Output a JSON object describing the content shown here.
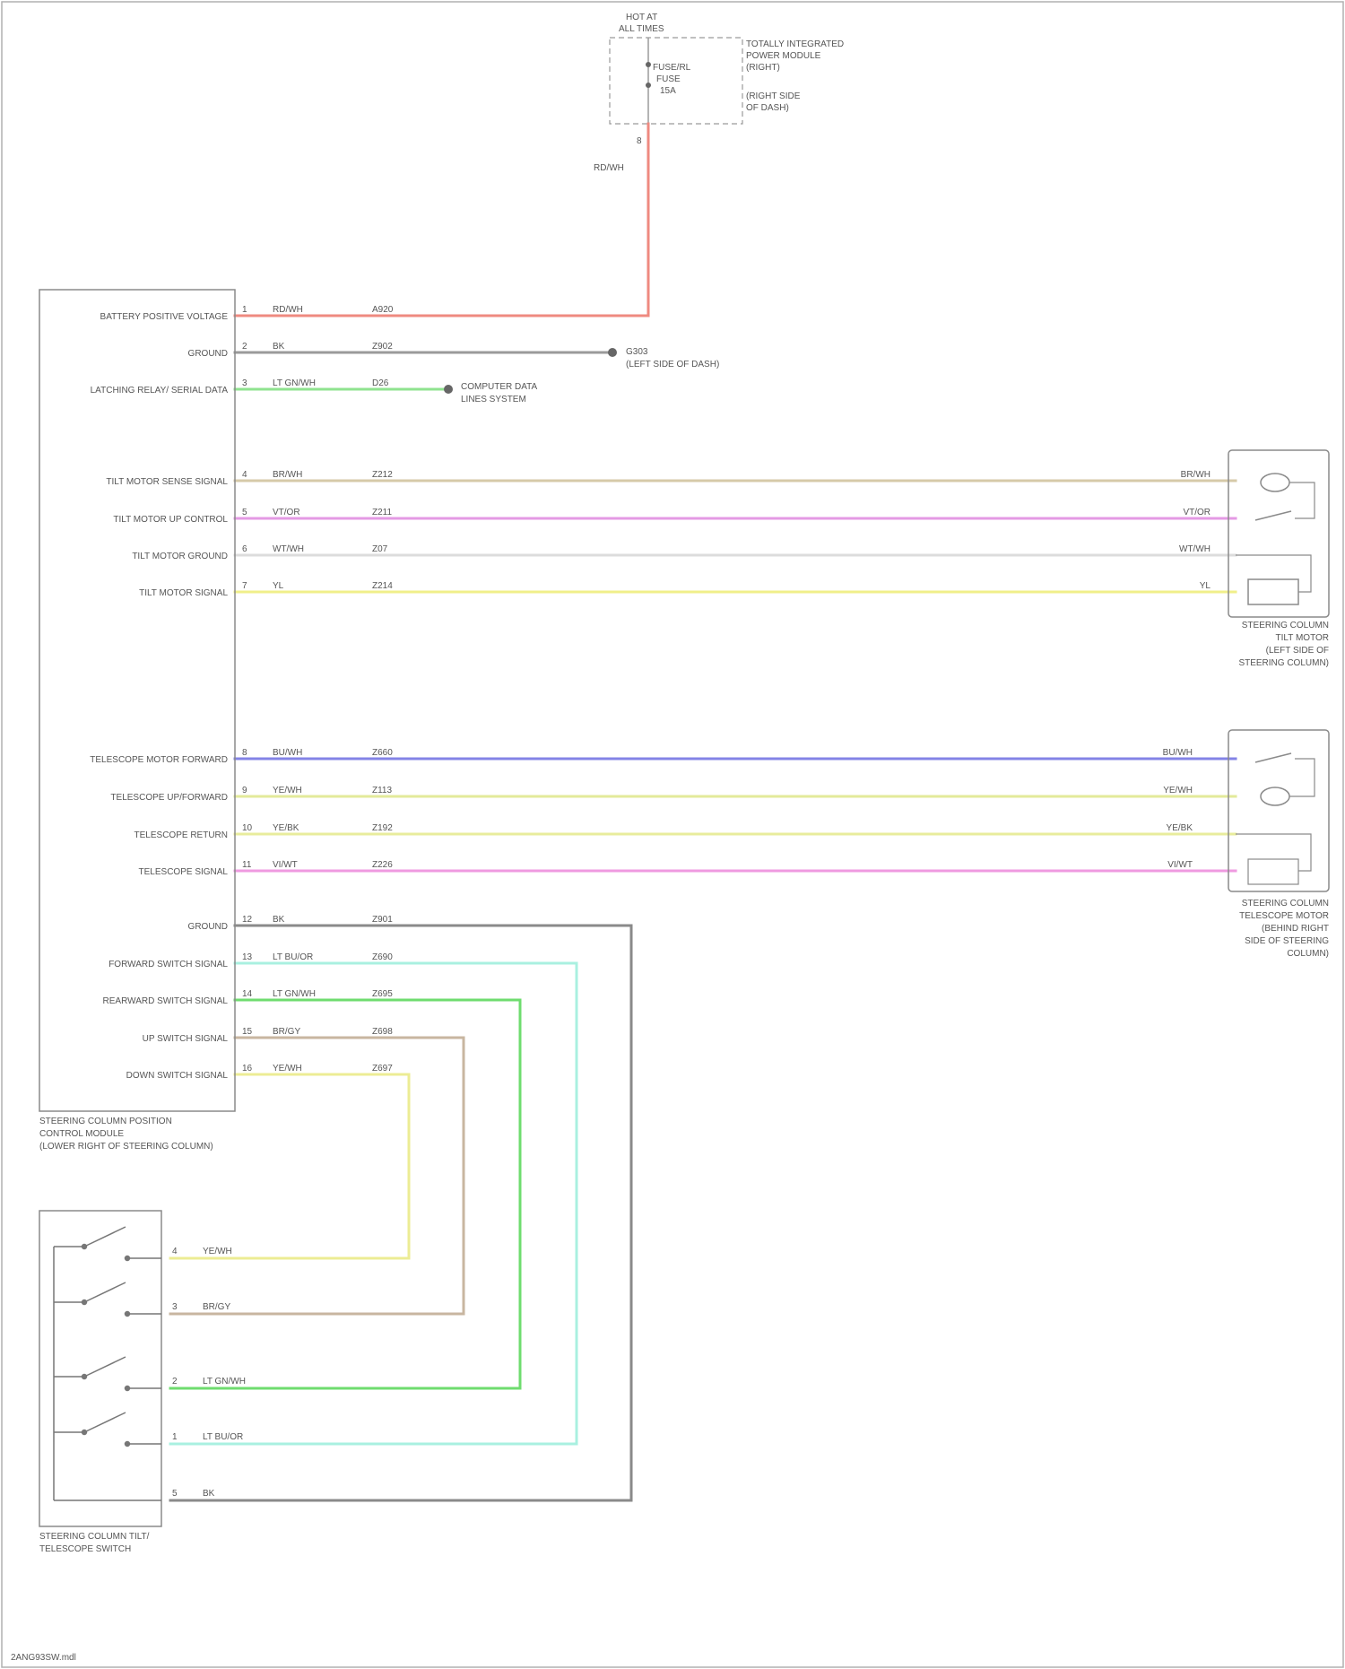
{
  "fuse_box": {
    "title_lines": [
      "HOT AT",
      "ALL TIMES"
    ],
    "fuse_lines": [
      "FUSE/RL",
      "FUSE",
      "15A"
    ],
    "box_name_lines": [
      "TOTALLY INTEGRATED",
      "POWER MODULE",
      "(RIGHT)"
    ],
    "location_lines": [
      "(RIGHT SIDE",
      "OF DASH)"
    ],
    "pin": "8",
    "wire_label": "RD/WH"
  },
  "control_module": {
    "label_lines": [
      "STEERING COLUMN POSITION",
      "CONTROL MODULE",
      "(LOWER RIGHT OF STEERING COLUMN)"
    ],
    "pins": [
      {
        "name": "BATTERY POSITIVE VOLTAGE",
        "pin": "1",
        "color": "RD/WH",
        "circuit": "A920"
      },
      {
        "name": "GROUND",
        "pin": "2",
        "color": "BK",
        "circuit": "Z902"
      },
      {
        "name": "LATCHING RELAY/ SERIAL DATA",
        "pin": "3",
        "color": "LT GN/WH",
        "circuit": "D26"
      }
    ],
    "ground_label_lines": [
      "G303",
      "(LEFT SIDE OF DASH)"
    ],
    "splice_label_lines": [
      "COMPUTER DATA",
      "LINES SYSTEM"
    ]
  },
  "tilt_motor_group": {
    "wires": [
      {
        "name": "TILT MOTOR SENSE SIGNAL",
        "pin": "4",
        "color": "BR/WH",
        "circuit": "Z212",
        "far_color": "BR/WH"
      },
      {
        "name": "TILT MOTOR UP CONTROL",
        "pin": "5",
        "color": "VT/OR",
        "circuit": "Z211",
        "far_color": "VT/OR"
      },
      {
        "name": "TILT MOTOR GROUND",
        "pin": "6",
        "color": "WT/WH",
        "circuit": "Z07",
        "far_color": "WT/WH"
      },
      {
        "name": "TILT MOTOR SIGNAL",
        "pin": "7",
        "color": "YL",
        "circuit": "Z214",
        "far_color": "YL"
      }
    ],
    "component_lines": [
      "STEERING COLUMN",
      "TILT MOTOR",
      "(LEFT SIDE OF",
      "STEERING COLUMN)"
    ]
  },
  "telescope_motor_group": {
    "wires": [
      {
        "name": "TELESCOPE MOTOR FORWARD",
        "pin": "8",
        "color": "BU/WH",
        "circuit": "Z660",
        "far_color": "BU/WH"
      },
      {
        "name": "TELESCOPE UP/FORWARD",
        "pin": "9",
        "color": "YE/WH",
        "circuit": "Z113",
        "far_color": "YE/WH"
      },
      {
        "name": "TELESCOPE RETURN",
        "pin": "10",
        "color": "YE/BK",
        "circuit": "Z192",
        "far_color": "YE/BK"
      },
      {
        "name": "TELESCOPE SIGNAL",
        "pin": "11",
        "color": "VI/WT",
        "circuit": "Z226",
        "far_color": "VI/WT"
      }
    ],
    "component_lines": [
      "STEERING COLUMN",
      "TELESCOPE MOTOR",
      "(BEHIND RIGHT",
      "SIDE OF STEERING",
      "COLUMN)"
    ]
  },
  "switch_group": {
    "wires": [
      {
        "name": "GROUND",
        "pin": "12",
        "color": "BK",
        "circuit": "Z901"
      },
      {
        "name": "FORWARD SWITCH SIGNAL",
        "pin": "13",
        "color": "LT BU/OR",
        "circuit": "Z690"
      },
      {
        "name": "REARWARD SWITCH SIGNAL",
        "pin": "14",
        "color": "LT GN/WH",
        "circuit": "Z695"
      },
      {
        "name": "UP SWITCH SIGNAL",
        "pin": "15",
        "color": "BR/GY",
        "circuit": "Z698"
      },
      {
        "name": "DOWN SWITCH SIGNAL",
        "pin": "16",
        "color": "YE/WH",
        "circuit": "Z697"
      }
    ],
    "switch_labels": [
      {
        "pin": "4",
        "color": "YE/WH"
      },
      {
        "pin": "3",
        "color": "BR/GY"
      },
      {
        "pin": "2",
        "color": "LT GN/WH"
      },
      {
        "pin": "1",
        "color": "LT BU/OR"
      },
      {
        "pin": "5",
        "color": "BK"
      }
    ],
    "component_lines": [
      "STEERING COLUMN TILT/",
      "TELESCOPE SWITCH"
    ]
  },
  "footer": "2ANG93SW.mdl",
  "colors": {
    "red": "#ef8a80",
    "black": "#8a8a8a",
    "green": "#8fe38f",
    "tan": "#d6caa8",
    "violet": "#e49ae4",
    "white": "#dcdcdc",
    "yellow": "#f0ef8a",
    "blue": "#8383e6",
    "yellow_green": "#e3ea9a",
    "pink": "#ef9ae0",
    "cyan": "#a9f0e0",
    "bright_green": "#6fdc6f",
    "brown": "#c8b6a0",
    "pale_yellow": "#ecec94"
  }
}
